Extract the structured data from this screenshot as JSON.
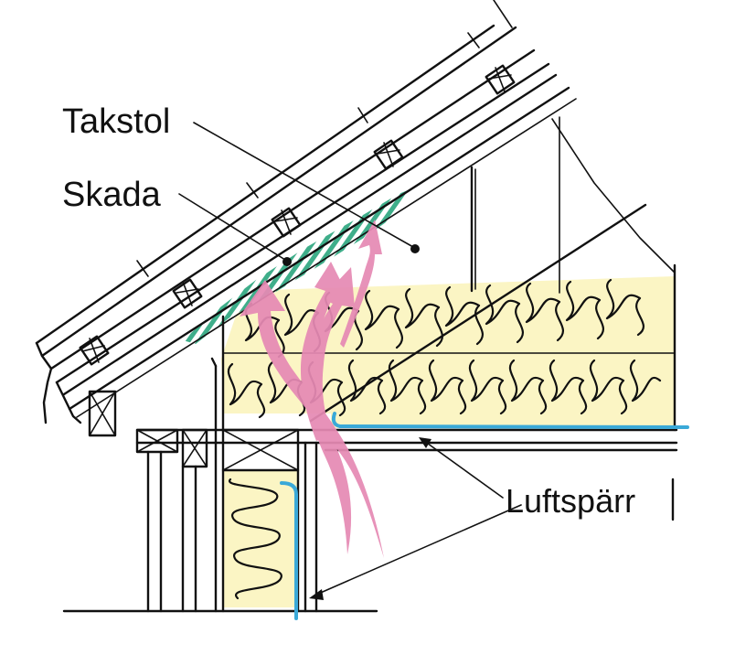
{
  "labels": {
    "takstol": "Takstol",
    "skada": "Skada",
    "luftsparr": "Luftspärr"
  },
  "colors": {
    "insulation": "#fbf5c4",
    "airflow": "#e68ab4",
    "damage": "#3fae8a",
    "vapor_barrier": "#3aa9d8",
    "ink": "#111111"
  },
  "icons": {
    "airflow": "airflow-arrows-icon",
    "damage": "damage-hatch-icon"
  }
}
